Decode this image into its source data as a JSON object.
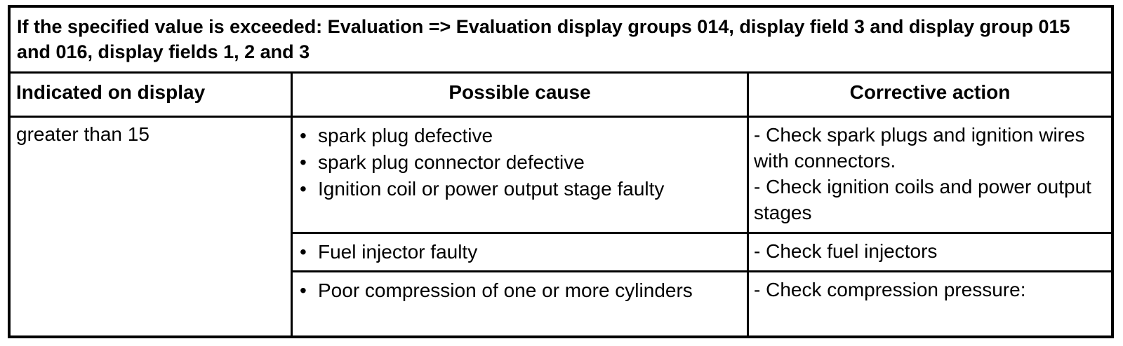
{
  "chars": {
    "bullet": "•"
  },
  "table": {
    "title": "If the specified value is exceeded: Evaluation => Evaluation display groups 014, display field 3 and display group 015 and 016, display fields 1, 2 and 3",
    "columns": [
      {
        "label": "Indicated on display"
      },
      {
        "label": "Possible cause"
      },
      {
        "label": "Corrective action"
      }
    ],
    "rows": [
      {
        "indicated": "greater than 15",
        "subrows": [
          {
            "causes": [
              "spark plug defective",
              "spark plug connector defective",
              "Ignition coil or power output stage faulty"
            ],
            "actions": [
              "- Check spark plugs and ignition wires with connectors.",
              "- Check ignition coils and power output stages"
            ]
          },
          {
            "causes": [
              "Fuel injector faulty"
            ],
            "actions": [
              "- Check fuel injectors"
            ]
          },
          {
            "causes": [
              "Poor compression of one or more cylinders"
            ],
            "actions": [
              "- Check compression pressure:"
            ]
          }
        ]
      }
    ]
  }
}
